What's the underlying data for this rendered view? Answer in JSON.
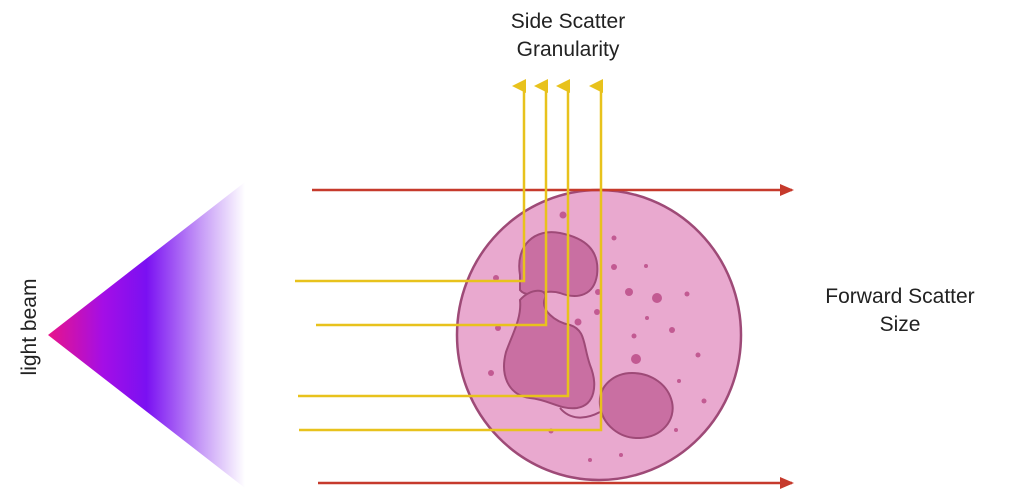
{
  "labels": {
    "side_scatter_line1": "Side Scatter",
    "side_scatter_line2": "Granularity",
    "forward_scatter_line1": "Forward Scatter",
    "forward_scatter_line2": "Size",
    "light_beam": "light beam"
  },
  "colors": {
    "forward_arrow": "#c63a2c",
    "side_scatter_path": "#e8c21c",
    "cell_fill": "#e9a9cf",
    "cell_stroke": "#9e4a77",
    "nucleus_fill": "#c96fa2",
    "granule": "#c25a92",
    "beam_tip": "#e8148a",
    "beam_core": "#7a10f2"
  }
}
